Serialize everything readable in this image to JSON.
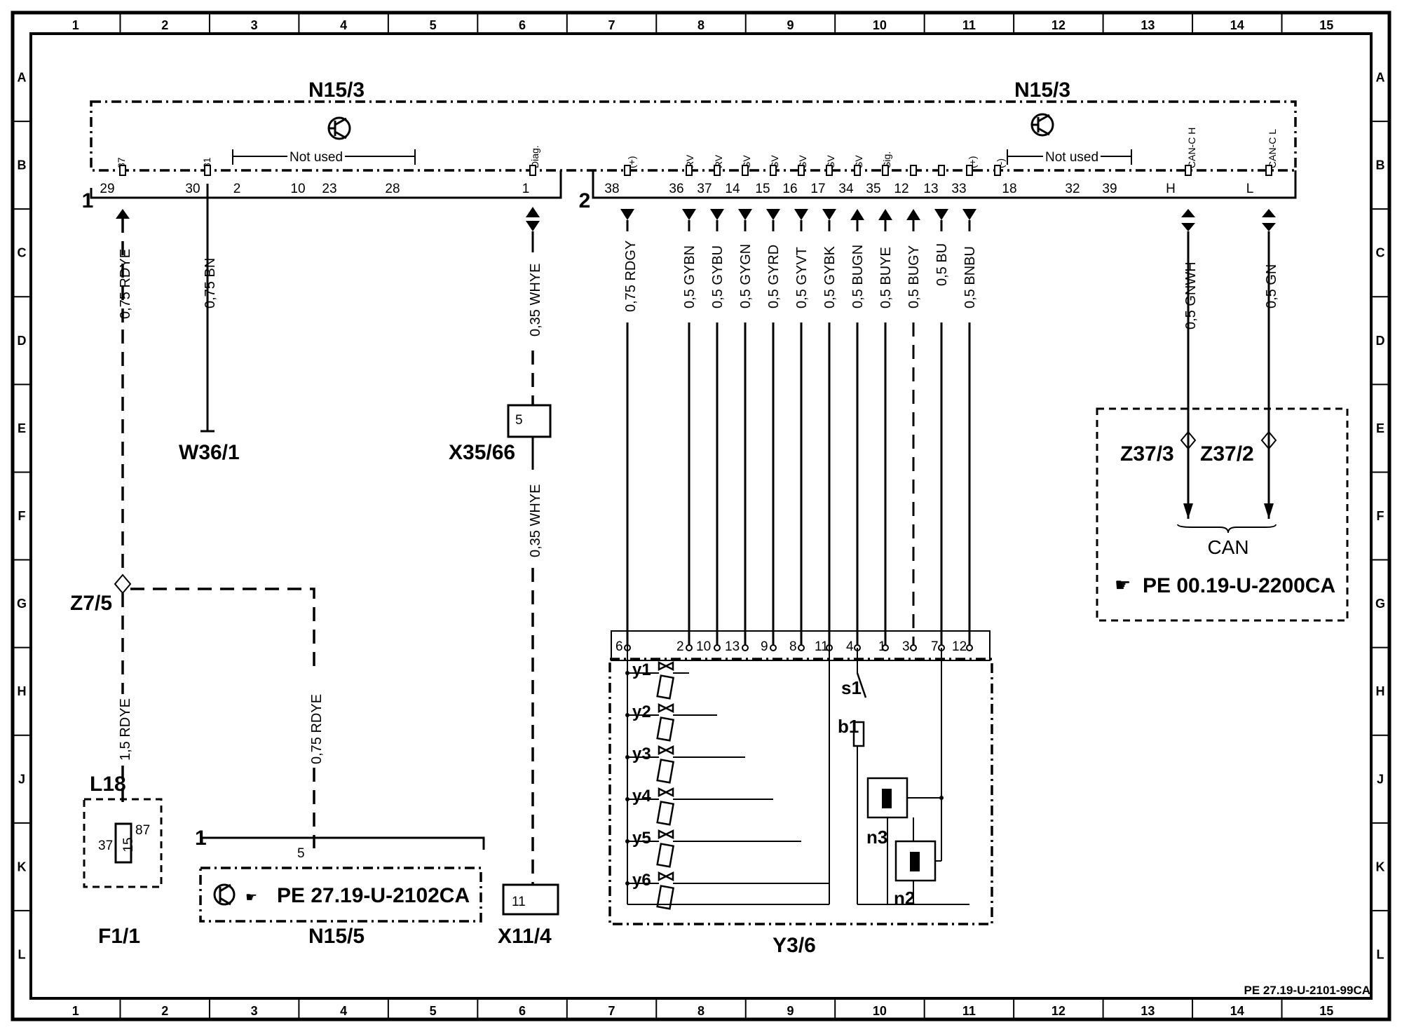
{
  "grid": {
    "columns": [
      "1",
      "2",
      "3",
      "4",
      "5",
      "6",
      "7",
      "8",
      "9",
      "10",
      "11",
      "12",
      "13",
      "14",
      "15"
    ],
    "rows": [
      "A",
      "B",
      "C",
      "D",
      "E",
      "F",
      "G",
      "H",
      "J",
      "K",
      "L"
    ]
  },
  "components": {
    "n15_3_left": "N15/3",
    "n15_3_right": "N15/3",
    "w36_1": "W36/1",
    "x35_66": "X35/66",
    "z37_3": "Z37/3",
    "z37_2": "Z37/2",
    "z7_5": "Z7/5",
    "l18": "L18",
    "f1_1": "F1/1",
    "n15_5": "N15/5",
    "x11_4": "X11/4",
    "y3_6": "Y3/6",
    "can": "CAN"
  },
  "notes": {
    "not_used_left": "Not used",
    "not_used_right": "Not used",
    "ref_can": "PE 00.19-U-2200CA",
    "ref_n15_5": "PE 27.19-U-2102CA",
    "doc_id": "PE 27.19-U-2101-99CA"
  },
  "connector_labels": [
    "1",
    "2"
  ],
  "left_pins": [
    {
      "num": "29",
      "sig": "87"
    },
    {
      "num": "30",
      "sig": "31"
    },
    {
      "num": "2",
      "sig": ""
    },
    {
      "num": "10",
      "sig": ""
    },
    {
      "num": "23",
      "sig": ""
    },
    {
      "num": "28",
      "sig": ""
    },
    {
      "num": "1",
      "sig": "Diag."
    }
  ],
  "right_pins": [
    {
      "num": "38",
      "sig": "(+)"
    },
    {
      "num": "36",
      "sig": "RV"
    },
    {
      "num": "37",
      "sig": "RV"
    },
    {
      "num": "14",
      "sig": "SV"
    },
    {
      "num": "15",
      "sig": "SV"
    },
    {
      "num": "16",
      "sig": "SV"
    },
    {
      "num": "17",
      "sig": "SV"
    },
    {
      "num": "34",
      "sig": "SV"
    },
    {
      "num": "35",
      "sig": "Sig."
    },
    {
      "num": "12",
      "sig": ""
    },
    {
      "num": "13",
      "sig": "(+)"
    },
    {
      "num": "33",
      "sig": "(-)"
    },
    {
      "num": "18",
      "sig": ""
    },
    {
      "num": "32",
      "sig": ""
    },
    {
      "num": "39",
      "sig": ""
    },
    {
      "num": "H",
      "sig": "CAN-C H"
    },
    {
      "num": "L",
      "sig": "CAN-C L"
    }
  ],
  "wires": [
    "0,75 RDYE",
    "0,75 BN",
    "0,35 WHYE",
    "0,75 RDGY",
    "0,5 GYBN",
    "0,5 GYBU",
    "0,5 GYGN",
    "0,5 GYRD",
    "0,5 GYVT",
    "0,5 GYBK",
    "0,5 BUGN",
    "0,5 BUYE",
    "0,5 BUGY",
    "0,5 BU",
    "0,5 BNBU",
    "0,5 GNWH",
    "0,5 GN",
    "0,35 WHYE",
    "1,5 RDYE",
    "0,75 RDYE"
  ],
  "y36_pins": [
    "6",
    "2",
    "10",
    "13",
    "9",
    "8",
    "11",
    "4",
    "1",
    "3",
    "7",
    "12"
  ],
  "valves": [
    "y1",
    "y2",
    "y3",
    "y4",
    "y5",
    "y6"
  ],
  "y36_parts": {
    "s1": "s1",
    "b1": "b1",
    "n3": "n3",
    "n2": "n2"
  },
  "x35_pin": "5",
  "x11_pin": "11",
  "n15_5": {
    "conn": "1",
    "pin": "5"
  },
  "l18_pins": {
    "a": "37",
    "b": "15",
    "c": "87"
  }
}
